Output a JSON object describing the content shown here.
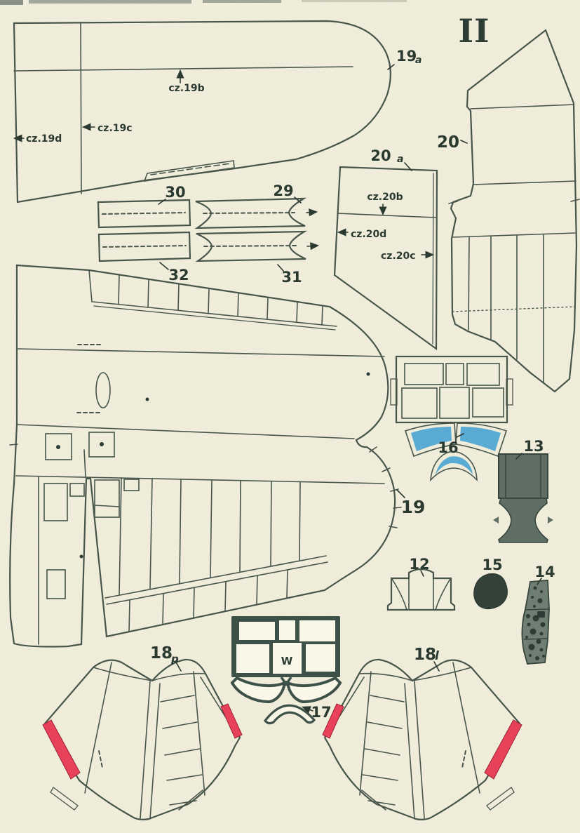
{
  "sheet": {
    "number": "II"
  },
  "colors": {
    "page_background": "#f2efdd",
    "part_white": "#f9f7e8",
    "part_tan": "#cbc4a9",
    "part_tan_light": "#d4cdb4",
    "outline_ink": "#47554b",
    "label_ink": "#2b3a31",
    "canopy_blue": "#5aabd4",
    "canopy_frame_green": "#3e5148",
    "dark_part_green": "#5f6e64",
    "instrument_panel": "#6f7e73",
    "stripe_red": "#e8415a"
  },
  "parts": {
    "p19a": {
      "label_main": "19",
      "label_sub": "a",
      "ann_b": "cz.19b",
      "ann_c": "cz.19c",
      "ann_d": "cz.19d"
    },
    "p20": {
      "label": "20"
    },
    "p20a": {
      "label_main": "20",
      "label_sub": "a",
      "ann_b": "cz.20b",
      "ann_d": "cz.20d",
      "ann_c": "cz.20c"
    },
    "p30": {
      "label": "30"
    },
    "p29": {
      "label": "29"
    },
    "p32": {
      "label": "32"
    },
    "p31": {
      "label": "31"
    },
    "p19": {
      "label": "19"
    },
    "p16": {
      "label": "16"
    },
    "p13": {
      "label": "13"
    },
    "p12": {
      "label": "12"
    },
    "p15": {
      "label": "15"
    },
    "p14": {
      "label": "14"
    },
    "p17": {
      "label": "17",
      "marking": "W"
    },
    "p18p": {
      "label_main": "18",
      "label_sub": "p"
    },
    "p18l": {
      "label_main": "18",
      "label_sub": "l"
    }
  }
}
